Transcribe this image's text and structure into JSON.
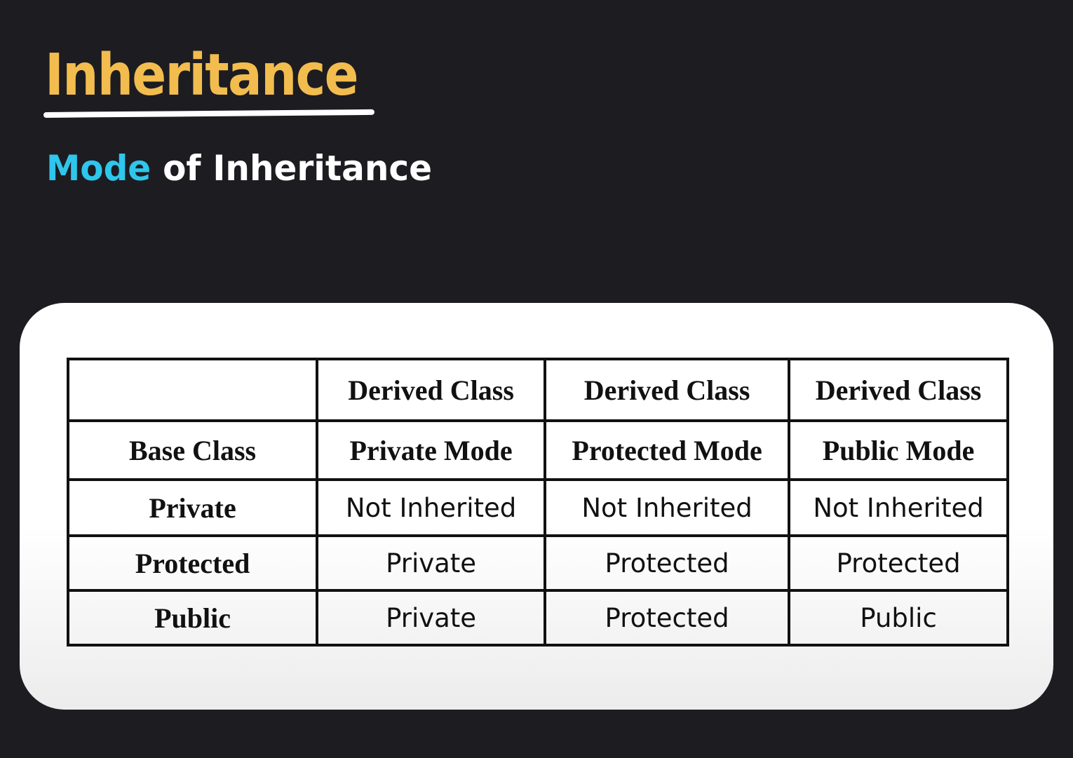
{
  "slide": {
    "title": "Inheritance",
    "subtitle_accent": "Mode",
    "subtitle_rest": " of Inheritance",
    "colors": {
      "background": "#1d1c21",
      "title": "#f2bd4e",
      "accent": "#2ec6ec",
      "card": "#ffffff"
    }
  },
  "table": {
    "header_top": [
      "",
      "Derived Class",
      "Derived Class",
      "Derived Class"
    ],
    "header_sub": [
      "Base Class",
      "Private Mode",
      "Protected Mode",
      "Public Mode"
    ],
    "rows": [
      {
        "base": "Private",
        "cells": [
          "Not Inherited",
          "Not Inherited",
          "Not Inherited"
        ]
      },
      {
        "base": "Protected",
        "cells": [
          "Private",
          "Protected",
          "Protected"
        ]
      },
      {
        "base": "Public",
        "cells": [
          "Private",
          "Protected",
          "Public"
        ]
      }
    ]
  }
}
